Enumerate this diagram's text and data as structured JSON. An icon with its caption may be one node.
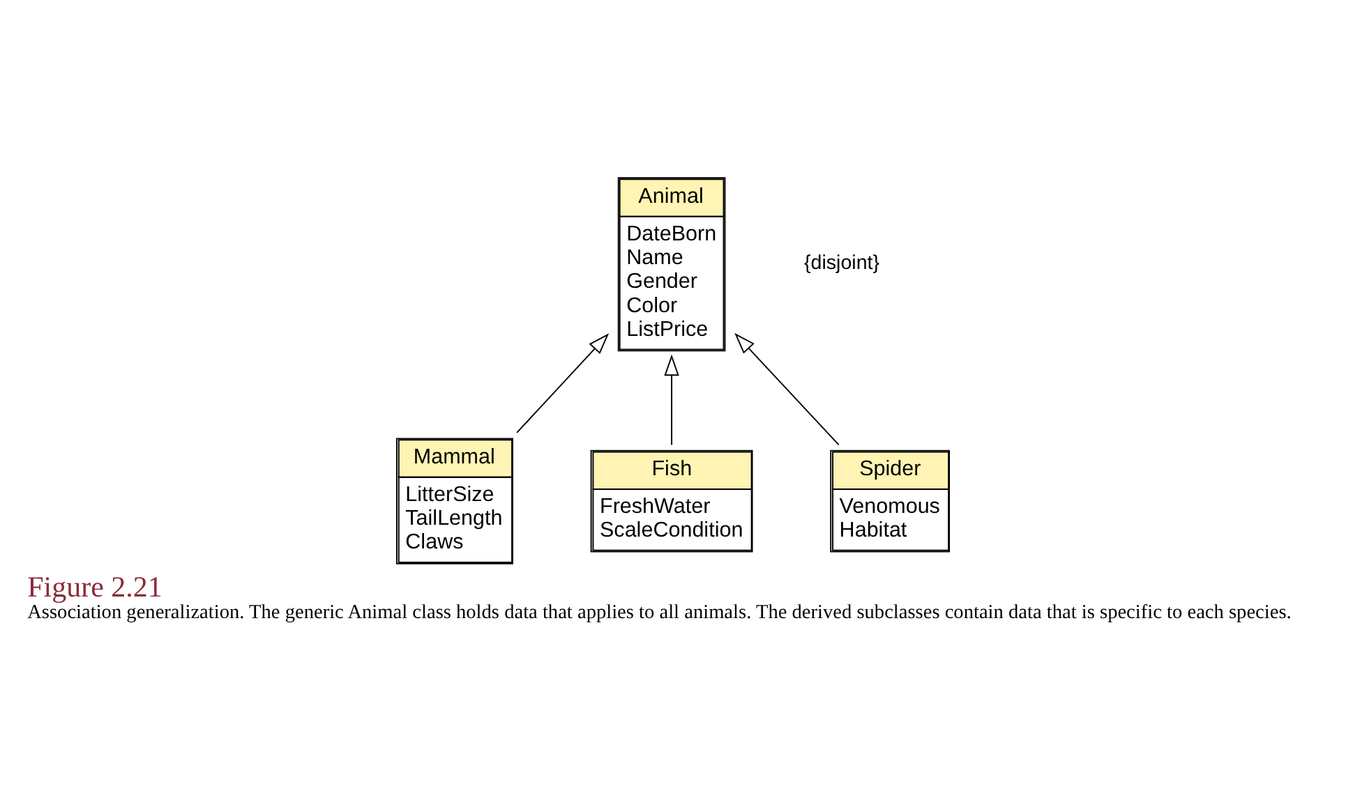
{
  "diagram": {
    "title": "Figure 2.21",
    "caption": "Association generalization. The generic Animal class holds data that applies to all animals. The derived subclasses contain data that is specific to each species.",
    "nodes": [
      {
        "text": [
          "Animal",
          "DateBorn",
          "Name",
          "Gender",
          "Color",
          "ListPrice"
        ]
      },
      {
        "text": [
          "Mammal",
          "LitterSize",
          "TailLength",
          "Claws"
        ]
      },
      {
        "text": [
          "Fish",
          "FreshWater",
          "ScaleCondition"
        ]
      },
      {
        "text": [
          "Spider",
          "Venomous",
          "Habitat"
        ]
      }
    ],
    "edges": [
      {
        "from": 1,
        "to": 0,
        "arrow": "to"
      },
      {
        "from": 2,
        "to": 0,
        "arrow": "to"
      },
      {
        "from": 3,
        "to": 0,
        "arrow": "to"
      }
    ],
    "labels": [
      "{disjoint}"
    ]
  }
}
